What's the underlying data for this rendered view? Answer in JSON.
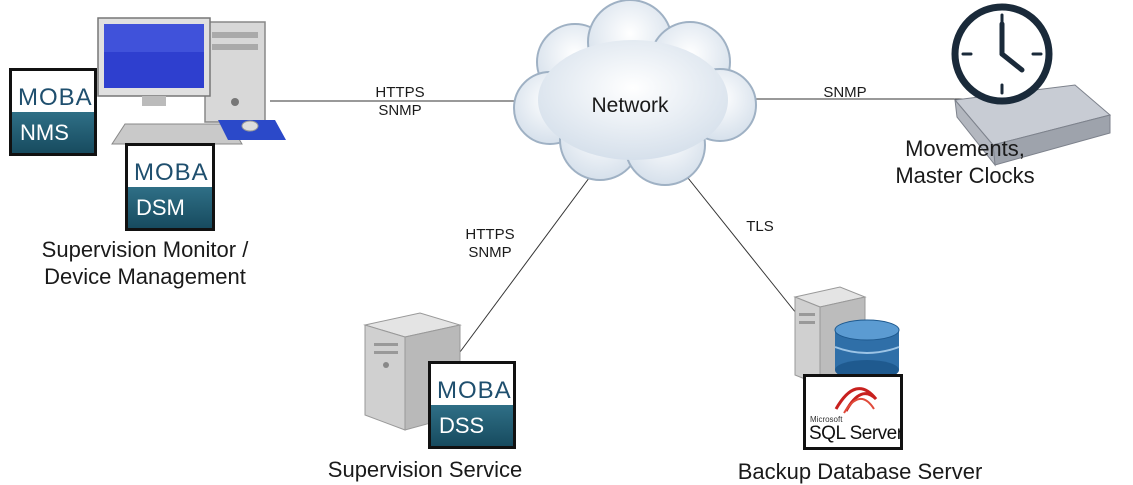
{
  "cloud": {
    "label": "Network"
  },
  "edges": {
    "monitor_network": [
      "HTTPS",
      "SNMP"
    ],
    "network_clocks": "SNMP",
    "service_network": [
      "HTTPS",
      "SNMP"
    ],
    "network_backup": "TLS"
  },
  "nodes": {
    "monitor": {
      "label_line1": "Supervision Monitor /",
      "label_line2": "Device Management"
    },
    "clocks": {
      "label_line1": "Movements,",
      "label_line2": "Master Clocks"
    },
    "service": {
      "label": "Supervision Service"
    },
    "backup": {
      "label": "Backup Database Server"
    }
  },
  "badges": {
    "nms": {
      "top": "MOBA",
      "bottom": "NMS"
    },
    "dsm": {
      "top": "MOBA",
      "bottom": "DSM"
    },
    "dss": {
      "top": "MOBA",
      "bottom": "DSS"
    },
    "sql": {
      "small": "Microsoft",
      "text": "SQL Server"
    }
  },
  "colors": {
    "badge_bottom": "#1f5a6f",
    "cloud": "#e6eef6",
    "db": "#2f6fa8"
  }
}
